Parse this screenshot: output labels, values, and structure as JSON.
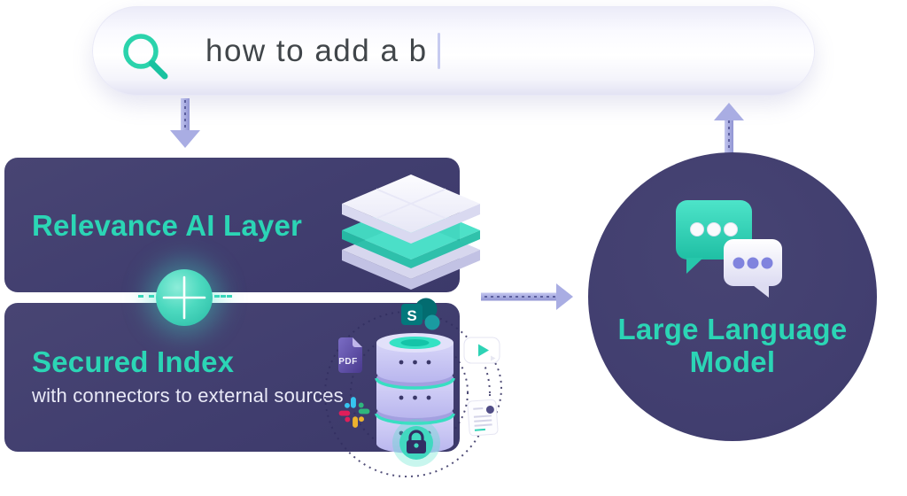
{
  "search_bar": {
    "query": "how to add a b",
    "icon": "magnifier-icon"
  },
  "relevance_layer": {
    "title": "Relevance AI Layer",
    "icon": "layers-stack-icon"
  },
  "secured_index": {
    "title": "Secured Index",
    "subtitle": "with connectors to external sources",
    "pdf_label": "PDF",
    "sharepoint_letter": "S",
    "icons": [
      "sharepoint-icon",
      "pdf-file-icon",
      "slack-icon",
      "video-file-icon",
      "document-file-icon",
      "database-icon",
      "lock-icon"
    ]
  },
  "llm": {
    "title_line1": "Large Language",
    "title_line2": "Model",
    "icon": "chat-bubbles-icon"
  },
  "flow": {
    "arrows": [
      "arrow-down",
      "arrow-right",
      "arrow-up"
    ],
    "connector": "plus-icon"
  },
  "colors": {
    "accent_teal": "#2BD5B5",
    "panel_indigo": "#413E6F",
    "arrow_lavender": "#A7ABE1",
    "search_text": "#41464A",
    "subtitle_text": "#E9E9F7",
    "database_lavender": "#C9C7F2",
    "pdf_purple": "#5B4BA0",
    "sharepoint_teal": "#036C70",
    "slack_palette": [
      "#36C5F0",
      "#2EB67D",
      "#ECB22E",
      "#E01E5A"
    ]
  }
}
